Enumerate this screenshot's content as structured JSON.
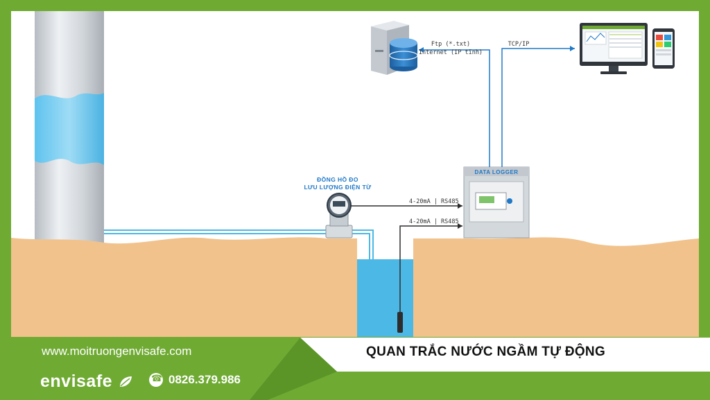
{
  "diagram": {
    "server_caption": "",
    "monitor_caption": "",
    "link_server": {
      "line1": "Ftp (*.txt)",
      "line2": "Internet (IP tĩnh)"
    },
    "link_monitor": "TCP/IP",
    "meter_title_line1": "ĐỒNG HỒ ĐO",
    "meter_title_line2": "LƯU LƯỢNG ĐIỆN TỪ",
    "meter_signal": "4-20mA | RS485",
    "sensor_signal": "4-20mA | RS485",
    "logger_title": "DATA LOGGER"
  },
  "footer": {
    "website": "www.moitruongenvisafe.com",
    "headline": "QUAN TRẮC NƯỚC NGẦM TỰ ĐỘNG",
    "brand_main": "envisafe",
    "phone": "0826.379.986"
  },
  "colors": {
    "frame_green": "#6faa33",
    "sky": "#ffffff",
    "ground": "#f1c28b",
    "water": "#4bb8e6",
    "line_blue": "#1f78c8",
    "pipe_gray": "#c8cdd2"
  },
  "icons": [
    "server-icon",
    "database-icon",
    "desktop-monitor-icon",
    "smartphone-icon",
    "phone-icon",
    "leaf-icon"
  ]
}
